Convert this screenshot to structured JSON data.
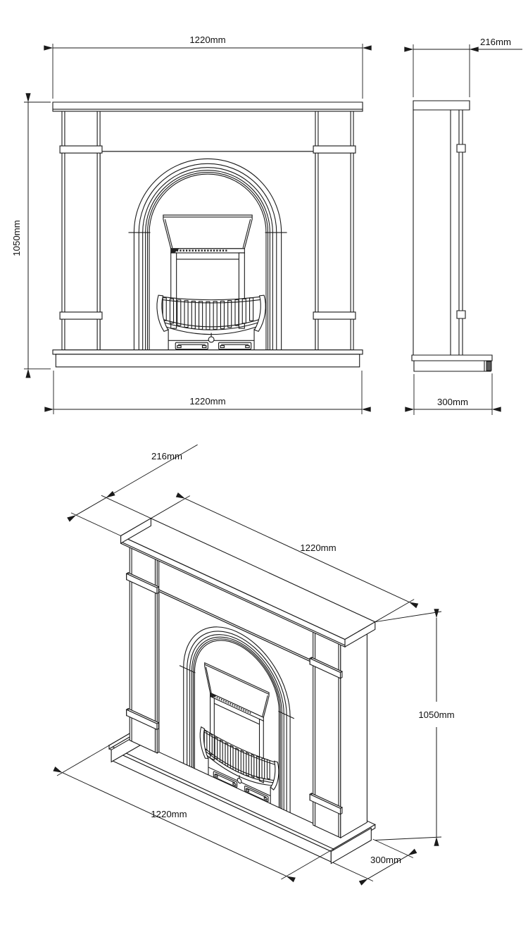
{
  "drawing": {
    "background": "#ffffff",
    "line_color": "#1a1a1a",
    "views": {
      "front": {
        "width_top": "1220mm",
        "height": "1050mm",
        "width_bottom": "1220mm"
      },
      "side": {
        "depth_top": "216mm",
        "depth_bottom": "300mm"
      },
      "isometric": {
        "shelf_depth": "216mm",
        "width_top": "1220mm",
        "height": "1050mm",
        "width_bottom": "1220mm",
        "hearth_depth": "300mm"
      }
    }
  }
}
